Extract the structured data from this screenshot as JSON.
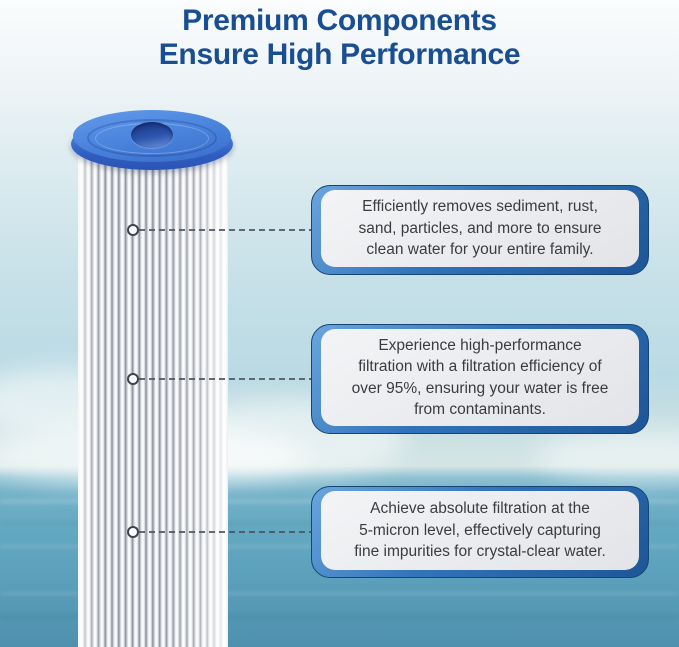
{
  "title": {
    "line1": "Premium Components",
    "line2": "Ensure High Performance"
  },
  "callouts": [
    {
      "text": "Efficiently removes sediment, rust,\nsand, particles, and more to ensure\nclean water for your entire family."
    },
    {
      "text": "Experience high-performance\nfiltration with a filtration efficiency of\nover 95%, ensuring your water is free\nfrom contaminants."
    },
    {
      "text": "Achieve absolute filtration at the\n5-micron level, effectively capturing\nfine impurities for crystal-clear water."
    }
  ],
  "product": {
    "item": "pleated sediment water filter cartridge",
    "cap_color": "#4e88e0",
    "body_color": "#ffffff"
  },
  "colors": {
    "title_blue": "#1a4e93",
    "callout_frame_blue": "#3273ba",
    "callout_card_gray": "#e9eaec",
    "sky_light": "#dbecf0",
    "sea_teal": "#5fa4bd",
    "connector_gray": "#4b5260"
  }
}
